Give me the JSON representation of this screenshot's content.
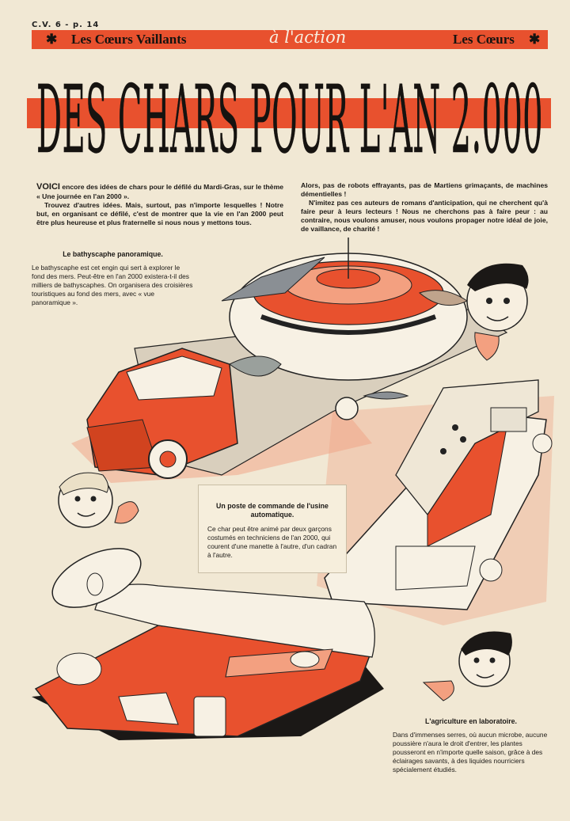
{
  "page_label": "C.V. 6 - p. 14",
  "header": {
    "left": "Les Cœurs Vaillants",
    "script": "à l'action",
    "right": "Les Cœurs",
    "star": "✱"
  },
  "title": "DES CHARS POUR L'AN 2.000",
  "intro": {
    "p1_initial": "VOICI",
    "p1": " encore des idées de chars pour le défilé du Mardi-Gras, sur le thème « Une journée en l'an 2000 ».",
    "p2": "Trouvez d'autres idées. Mais, surtout, pas n'importe lesquelles ! Notre but, en organisant ce défilé, c'est de montrer que la vie en l'an 2000 peut être plus heureuse et plus fraternelle si nous nous y mettons tous.",
    "p3": "Alors, pas de robots effrayants, pas de Martiens grimaçants, de machines démentielles !",
    "p4": "N'imitez pas ces auteurs de romans d'anticipation, qui ne cherchent qu'à faire peur à leurs lecteurs ! Nous ne cherchons pas à faire peur : au contraire, nous voulons amuser, nous voulons propager notre idéal de joie, de vaillance, de charité !"
  },
  "captions": {
    "bathyscaphe": {
      "title": "Le bathyscaphe panoramique.",
      "body": "Le bathyscaphe est cet engin qui sert à explorer le fond des mers. Peut-être en l'an 2000 existera-t-il des milliers de bathyscaphes. On organisera des croisières touristiques au fond des mers, avec « vue panoramique »."
    },
    "poste": {
      "title": "Un poste de commande de l'usine automatique.",
      "body": "Ce char peut être animé par deux garçons costumés en techniciens de l'an 2000, qui courent d'une manette à l'autre, d'un cadran à l'autre."
    },
    "agriculture": {
      "title": "L'agriculture en laboratoire.",
      "body": "Dans d'immenses serres, où aucun microbe, aucune poussière n'aura le droit d'entrer, les plantes pousseront en n'importe quelle saison, grâce à des éclairages savants, à des liquides nourriciers spécialement étudiés."
    }
  },
  "colors": {
    "accent": "#e8512e",
    "paper": "#f1e8d4",
    "ink": "#1c1916",
    "salmon": "#f0a588"
  },
  "illustrations": [
    "bathyscaphe-truck-float",
    "boy-head-thumbs-up",
    "control-post-float",
    "boy-head-waving",
    "laboratory-agriculture-float",
    "boy-head-pointing"
  ]
}
